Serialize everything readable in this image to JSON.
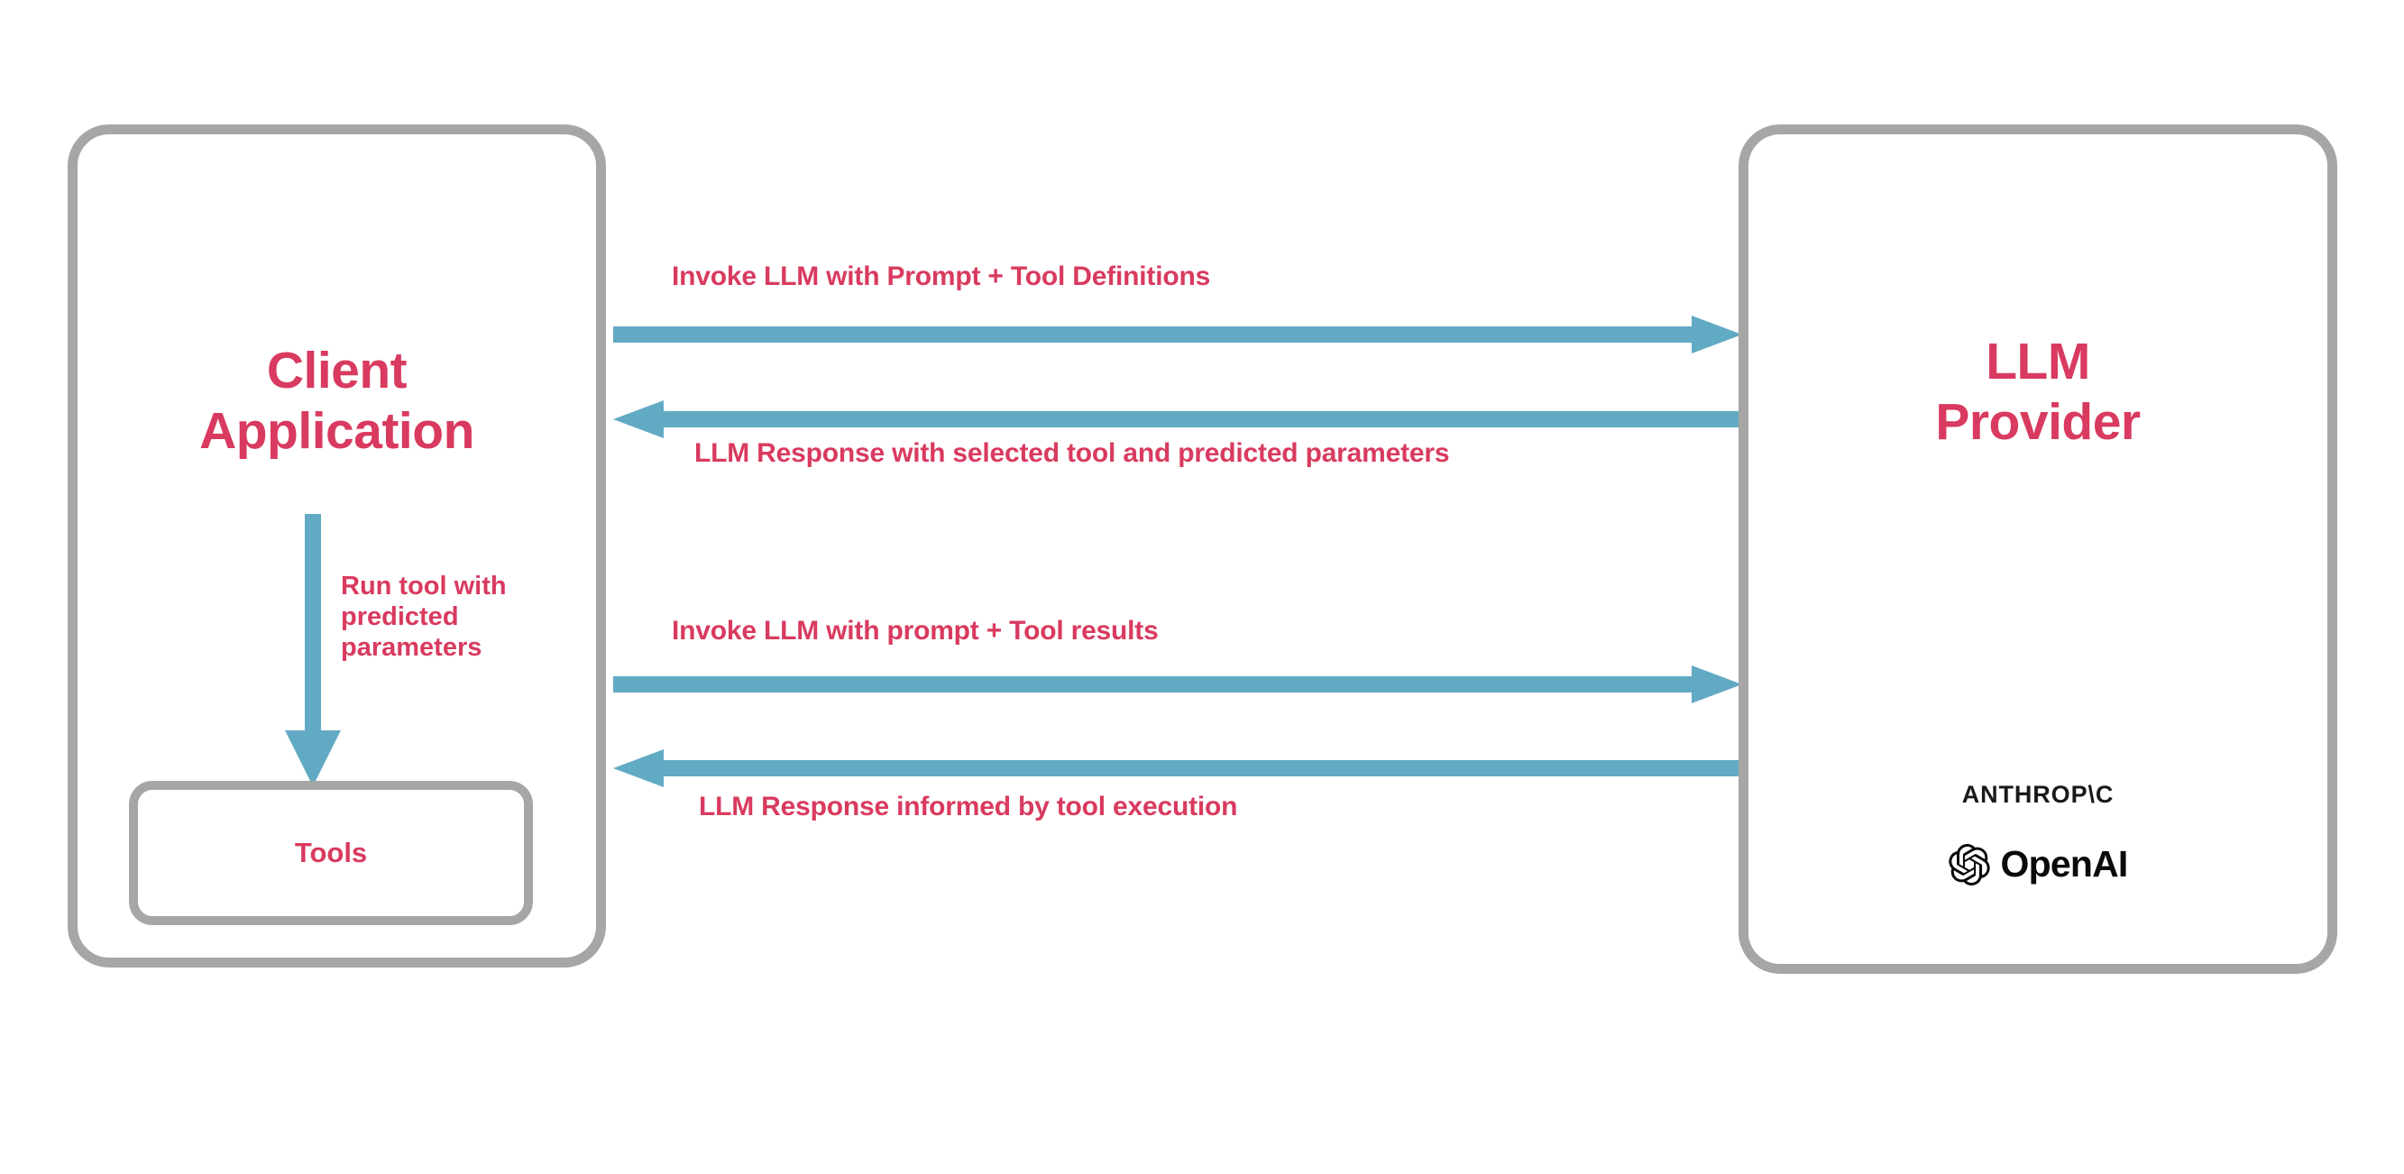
{
  "diagram": {
    "title": "LLM tool-calling interaction flow",
    "colors": {
      "accent_text": "#d93a5f",
      "arrow": "#62aac4",
      "box_border": "#a6a6a6",
      "logo_text": "#191919",
      "background": "#ffffff"
    },
    "nodes": {
      "client": {
        "label": "Client\nApplication",
        "inner": {
          "tools_label": "Tools"
        }
      },
      "provider": {
        "label": "LLM\nProvider",
        "logos": [
          {
            "name": "anthropic-logo",
            "text": "ANTHROP\\C"
          },
          {
            "name": "openai-logo",
            "text": "OpenAI"
          }
        ]
      }
    },
    "edges": [
      {
        "id": "invoke-with-tool-definitions",
        "label": "Invoke LLM with Prompt + Tool Definitions",
        "direction": "right",
        "from": "client",
        "to": "provider"
      },
      {
        "id": "llm-response-selected-tool",
        "label": "LLM Response with selected tool and predicted parameters",
        "direction": "left",
        "from": "provider",
        "to": "client"
      },
      {
        "id": "invoke-with-tool-results",
        "label": "Invoke LLM with prompt + Tool results",
        "direction": "right",
        "from": "client",
        "to": "provider"
      },
      {
        "id": "llm-response-informed",
        "label": "LLM Response informed by tool execution",
        "direction": "left",
        "from": "provider",
        "to": "client"
      },
      {
        "id": "run-tool",
        "label": "Run tool with\npredicted\nparameters",
        "direction": "down",
        "from": "client",
        "to": "tools"
      }
    ]
  }
}
